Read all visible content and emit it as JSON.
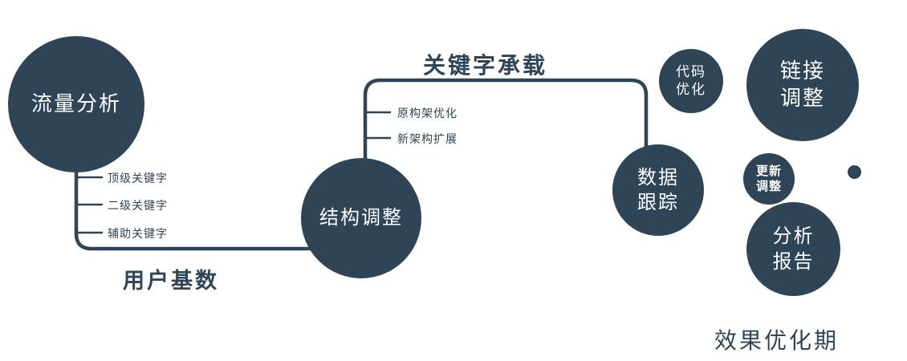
{
  "colors": {
    "node": "#2e4457",
    "node_text": "#ffffff",
    "label_text": "#2e4457"
  },
  "nodes": {
    "traffic": {
      "label": "流量分析"
    },
    "structure": {
      "label": "结构调整"
    },
    "data_tracking": {
      "line1": "数据",
      "line2": "跟踪"
    },
    "code_opt": {
      "line1": "代码",
      "line2": "优化"
    },
    "link_adjust": {
      "line1": "链接",
      "line2": "调整"
    },
    "update_adjust": {
      "line1": "更新",
      "line2": "调整"
    },
    "analysis_report": {
      "line1": "分析",
      "line2": "报告"
    }
  },
  "edge_labels": {
    "user_base": "用户基数",
    "keyword_load": "关键字承载"
  },
  "branches": {
    "left": [
      "顶级关键字",
      "二级关键字",
      "辅助关键字"
    ],
    "mid": [
      "原构架优化",
      "新架构扩展"
    ]
  },
  "footer": "效果优化期"
}
